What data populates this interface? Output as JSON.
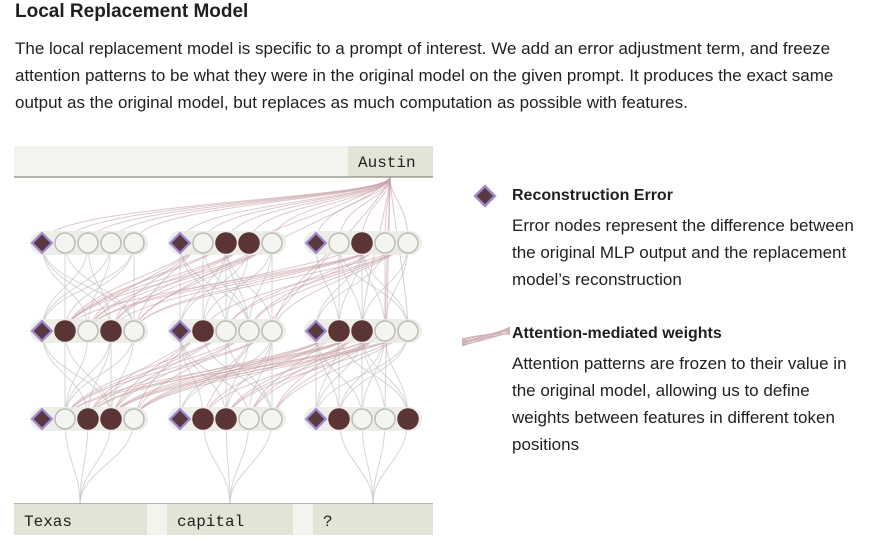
{
  "header": {
    "title": "Local Replacement Model",
    "description": "The local replacement model is specific to a prompt of interest. We add an error adjustment term, and freeze attention patterns to be what they were in the original model on the given prompt. It produces the exact same output as the original model, but replaces as much computation as possible with features."
  },
  "diagram": {
    "output_token": "Austin",
    "input_tokens": [
      "Texas",
      "capital",
      "?"
    ],
    "colors": {
      "error_node_fill": "#5a3a42",
      "error_node_border": "#a08ad0",
      "active_feature": "#5b3535",
      "inactive_feature_fill": "#f4f4f1",
      "inactive_feature_stroke": "#bdbdb7",
      "token_box": "#e4e4d6",
      "attention_weight": "#c49aa2",
      "mlp_weight": "#c8c8c8"
    },
    "feature_rows": [
      [
        [
          0,
          0,
          0,
          0
        ],
        [
          0,
          1,
          1,
          0
        ],
        [
          0,
          1,
          0,
          0
        ]
      ],
      [
        [
          1,
          0,
          1,
          0
        ],
        [
          1,
          0,
          0,
          0
        ],
        [
          1,
          1,
          0,
          0
        ]
      ],
      [
        [
          0,
          1,
          1,
          0
        ],
        [
          1,
          1,
          0,
          0
        ],
        [
          1,
          0,
          0,
          1
        ]
      ]
    ]
  },
  "legend": [
    {
      "icon": "diamond-icon",
      "title": "Reconstruction Error",
      "text": "Error nodes represent the difference between the original MLP output and the replacement model’s reconstruction"
    },
    {
      "icon": "attention-lines-icon",
      "title": "Attention-mediated weights",
      "text": "Attention patterns are frozen to their value in the original model, allowing us to define weights between features in different token positions"
    }
  ]
}
